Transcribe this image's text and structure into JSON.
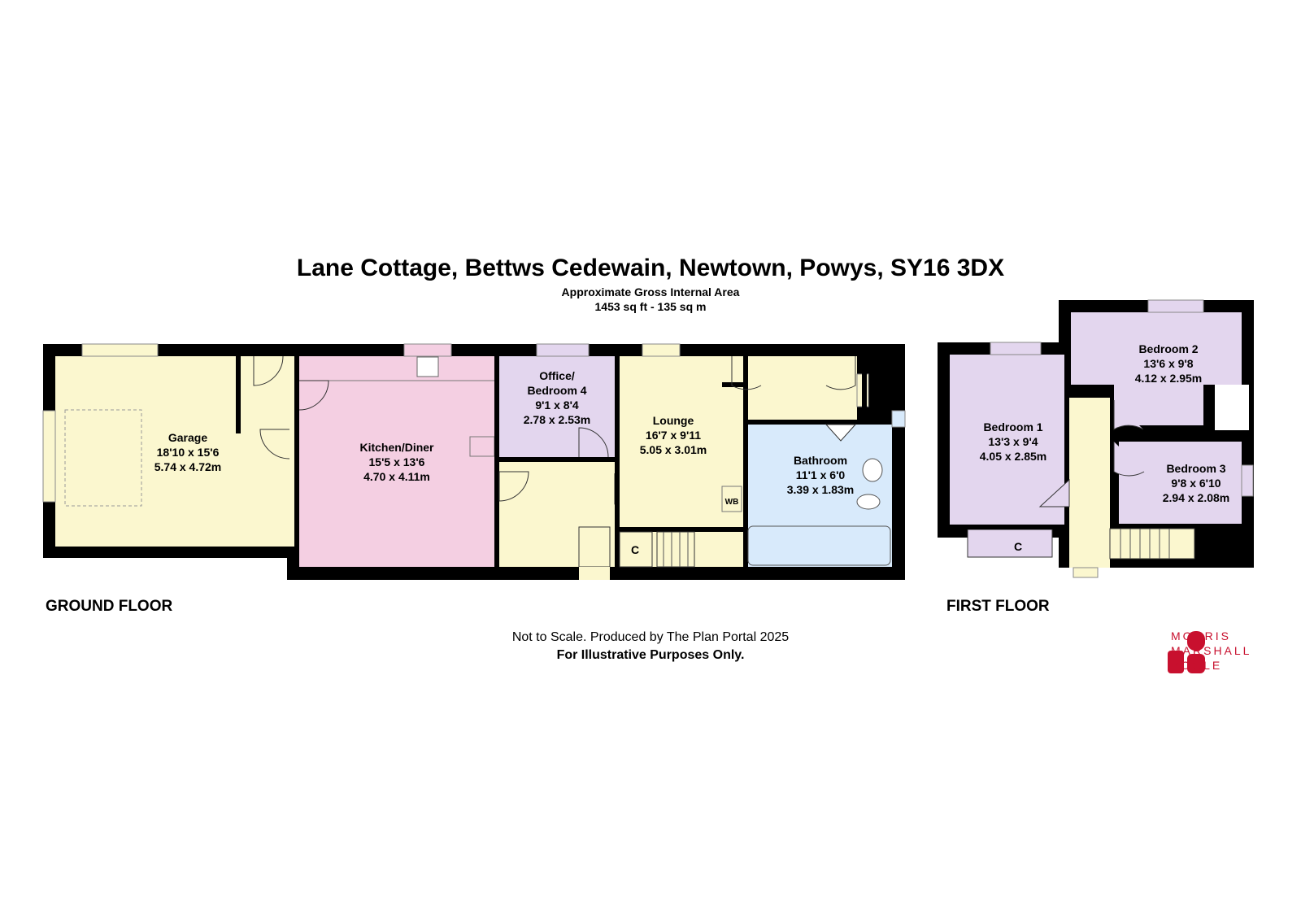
{
  "title": "Lane Cottage, Bettws Cedewain, Newtown, Powys, SY16 3DX",
  "area_heading": "Approximate Gross Internal Area",
  "area_value": "1453 sq ft - 135 sq m",
  "floors": {
    "ground": {
      "label": "GROUND FLOOR",
      "rooms": {
        "garage": {
          "name": "Garage",
          "imperial": "18'10 x 15'6",
          "metric": "5.74 x 4.72m",
          "fill": "#fbf7cf"
        },
        "kitchen": {
          "name": "Kitchen/Diner",
          "imperial": "15'5 x 13'6",
          "metric": "4.70 x 4.11m",
          "fill": "#f4cfe2"
        },
        "office": {
          "name1": "Office/",
          "name2": "Bedroom 4",
          "imperial": "9'1 x 8'4",
          "metric": "2.78 x 2.53m",
          "fill": "#e3d6ee"
        },
        "lounge": {
          "name": "Lounge",
          "imperial": "16'7 x 9'11",
          "metric": "5.05 x 3.01m",
          "fill": "#fbf7cf"
        },
        "bathroom": {
          "name": "Bathroom",
          "imperial": "11'1 x 6'0",
          "metric": "3.39 x 1.83m",
          "fill": "#d8eafb"
        }
      },
      "cupboard_label": "C",
      "wb_label": "WB"
    },
    "first": {
      "label": "FIRST FLOOR",
      "rooms": {
        "bed1": {
          "name": "Bedroom 1",
          "imperial": "13'3 x 9'4",
          "metric": "4.05 x 2.85m",
          "fill": "#e3d6ee"
        },
        "bed2": {
          "name": "Bedroom 2",
          "imperial": "13'6 x 9'8",
          "metric": "4.12 x 2.95m",
          "fill": "#e3d6ee"
        },
        "bed3": {
          "name": "Bedroom 3",
          "imperial": "9'8 x 6'10",
          "metric": "2.94 x 2.08m",
          "fill": "#e3d6ee"
        }
      },
      "cupboard_label": "C",
      "landing_fill": "#fbf7cf"
    }
  },
  "footer": {
    "line1": "Not to Scale. Produced by The Plan Portal 2025",
    "line2": "For Illustrative Purposes Only."
  },
  "logo": {
    "line1": "MORRIS",
    "line2": "MARSHALL",
    "line3": "POOLE",
    "color": "#c8102e"
  },
  "colors": {
    "wall": "#000000",
    "hall": "#fbf7cf"
  }
}
